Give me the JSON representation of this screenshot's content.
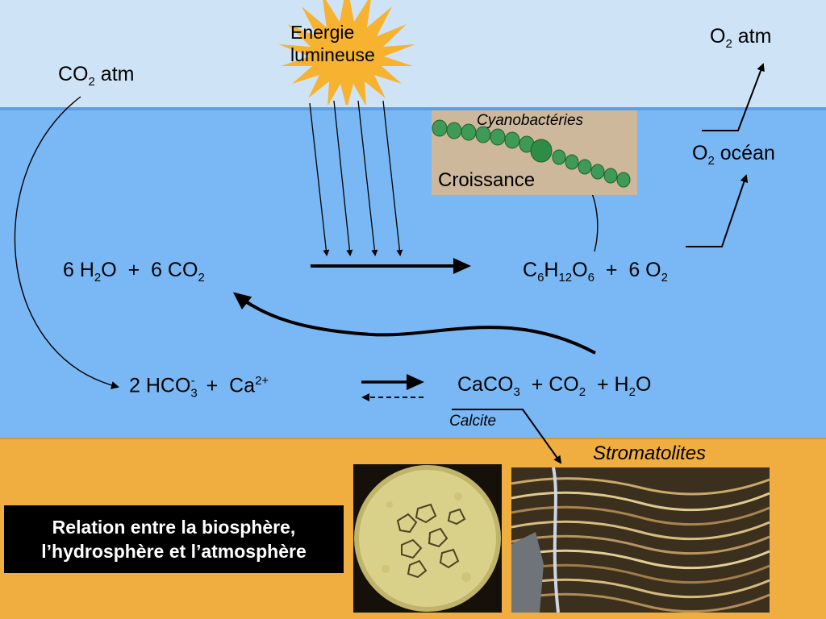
{
  "sky": {
    "co2_atm": "CO",
    "co2_atm_sub": "2",
    "co2_atm_suffix": " atm",
    "o2_atm": "O",
    "o2_atm_sub": "2",
    "o2_atm_suffix": " atm",
    "energy_line1": "Energie",
    "energy_line2": "lumineuse"
  },
  "ocean": {
    "o2_ocean": "O",
    "o2_ocean_sub": "2",
    "o2_ocean_suffix": " océan",
    "cyano_caption": "Cyanobactéries",
    "growth_caption": "Croissance",
    "photosynthesis": {
      "left_a": "6 H",
      "left_a_sub": "2",
      "left_b": "O  +  6 CO",
      "left_b_sub": "2",
      "right_a": "C",
      "right_a_sub1": "6",
      "right_a_b": "H",
      "right_a_sub2": "12",
      "right_a_c": "O",
      "right_a_sub3": "6",
      "right_b": "  +  6 O",
      "right_b_sub": "2"
    },
    "carbonate": {
      "left_a": "2 HCO",
      "left_a_sub": "3",
      "left_a_sup": "-",
      "left_b": "  +  Ca",
      "left_b_sup": "2+",
      "right_a": "CaCO",
      "right_a_sub": "3",
      "right_b": "  + CO",
      "right_b_sub": "2",
      "right_c": "  + H",
      "right_c_sub": "2",
      "right_d": "O"
    },
    "calcite_caption": "Calcite"
  },
  "sediment": {
    "stromatolites_caption": "Stromatolites",
    "title_line1": "Relation entre la biosphère,",
    "title_line2": "l’hydrosphère et l’atmosphère"
  },
  "colors": {
    "sky": "#cfe3f7",
    "ocean": "#7ab8f5",
    "sediment": "#f0ae40",
    "sun": "#f7b230"
  }
}
